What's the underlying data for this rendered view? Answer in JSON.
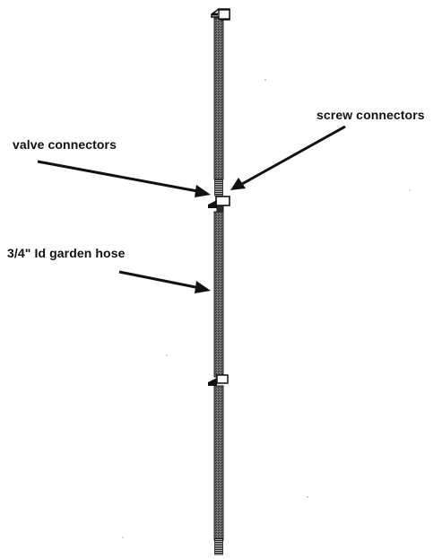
{
  "labels": {
    "screw_connectors": "screw connectors",
    "valve_connectors": "valve connectors",
    "hose": "3/4\" Id garden hose"
  },
  "colors": {
    "ink": "#111111",
    "hose_fill": "#5c5c5c",
    "background": "#ffffff"
  }
}
